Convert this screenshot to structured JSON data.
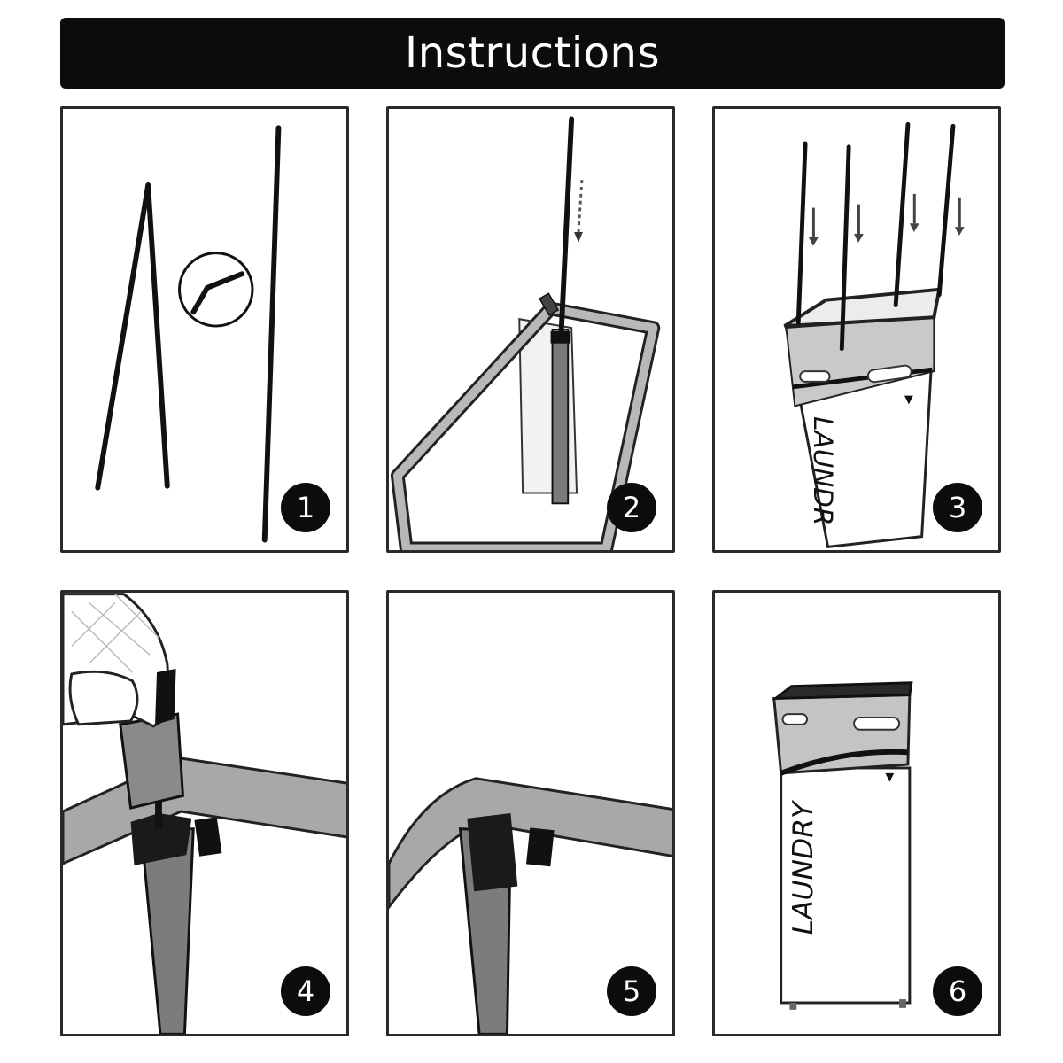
{
  "title": "Instructions",
  "steps": [
    {
      "number": "1"
    },
    {
      "number": "2"
    },
    {
      "number": "3",
      "bag_label": "LAUNDR"
    },
    {
      "number": "4"
    },
    {
      "number": "5"
    },
    {
      "number": "6",
      "bag_label": "LAUNDRY"
    }
  ],
  "colors": {
    "line": "#111111",
    "fabric_gray": "#a9a9a9",
    "fabric_dark": "#6e6e6e",
    "badge": "#0c0c0c"
  }
}
